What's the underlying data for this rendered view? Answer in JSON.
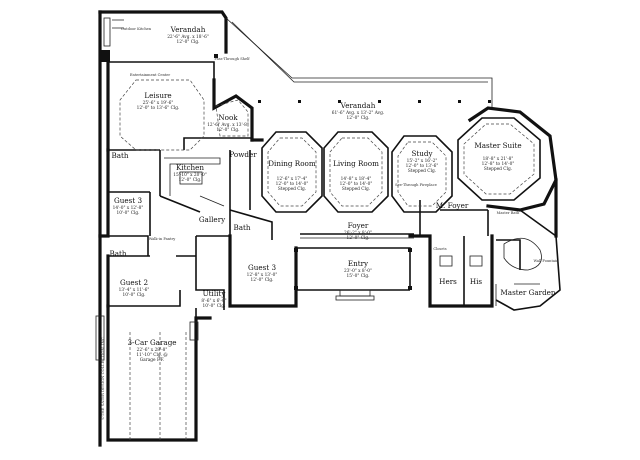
{
  "plan": {
    "rooms": [
      {
        "id": "verandah-top",
        "name": "Verandah",
        "dims": [
          "22'-6\" Avg. x 18'-6\"",
          "12'-0\" Clg."
        ]
      },
      {
        "id": "leisure",
        "name": "Leisure",
        "dims": [
          "25'-6\" x 19'-6\"",
          "12'-0\" to 13'-6\" Clg."
        ]
      },
      {
        "id": "nook",
        "name": "Nook",
        "dims": [
          "12'-6\" Avg. x 13'-8\"",
          "12'-0\" Clg."
        ]
      },
      {
        "id": "verandah-main",
        "name": "Verandah",
        "dims": [
          "61'-6\" Avg. x 13'-2\" Avg.",
          "12'-0\" Clg."
        ]
      },
      {
        "id": "master-suite",
        "name": "Master Suite",
        "dims": [
          "18'-8\" x 21'-8\"",
          "12'-8\" to 14'-0\"",
          "Stepped Clg."
        ]
      },
      {
        "id": "bath-1",
        "name": "Bath",
        "dims": []
      },
      {
        "id": "powder",
        "name": "Powder",
        "dims": []
      },
      {
        "id": "dining",
        "name": "Dining Room",
        "dims": [
          "12'-6\" x 17'-4\"",
          "12'-0\" to 14'-0\"",
          "Stepped Clg."
        ]
      },
      {
        "id": "living",
        "name": "Living Room",
        "dims": [
          "14'-8\" x 18'-4\"",
          "12'-0\" to 14'-0\"",
          "Stepped Clg."
        ]
      },
      {
        "id": "study",
        "name": "Study",
        "dims": [
          "15'-2\" x 16'-2\"",
          "12'-0\" to 13'-6\"",
          "Stepped Clg."
        ]
      },
      {
        "id": "kitchen",
        "name": "Kitchen",
        "dims": [
          "15'-10\" x 20'-0\"",
          "12'-0\" Clg."
        ]
      },
      {
        "id": "guest3-left",
        "name": "Guest 3",
        "dims": [
          "14'-0\" x 12'-8\"",
          "10'-0\" Clg."
        ]
      },
      {
        "id": "gallery",
        "name": "Gallery",
        "dims": []
      },
      {
        "id": "bath-2",
        "name": "Bath",
        "dims": []
      },
      {
        "id": "foyer",
        "name": "Foyer",
        "dims": [
          "26'-2\" x 8'-0\"",
          "12'-0\" Clg."
        ]
      },
      {
        "id": "m-foyer",
        "name": "M. Foyer",
        "dims": []
      },
      {
        "id": "bath-3",
        "name": "Bath",
        "dims": []
      },
      {
        "id": "guest3-right",
        "name": "Guest 3",
        "dims": [
          "12'-8\" x 13'-0\"",
          "12'-0\" Clg."
        ]
      },
      {
        "id": "entry",
        "name": "Entry",
        "dims": [
          "23'-0\" x 8'-0\"",
          "15'-0\" Clg."
        ]
      },
      {
        "id": "guest2",
        "name": "Guest 2",
        "dims": [
          "13'-4\" x 11'-6\"",
          "10'-0\" Clg."
        ]
      },
      {
        "id": "utility",
        "name": "Utility",
        "dims": [
          "8'-6\" x 6'-0\"",
          "10'-0\" Clg."
        ]
      },
      {
        "id": "hers",
        "name": "Hers",
        "dims": []
      },
      {
        "id": "his",
        "name": "His",
        "dims": []
      },
      {
        "id": "master-garden",
        "name": "Master Garden",
        "dims": []
      },
      {
        "id": "garage",
        "name": "3-Car Garage",
        "dims": [
          "22'-6\" x 28'-8\"",
          "11'-10\" Clg. @",
          "Garage F.F."
        ]
      }
    ],
    "notes": [
      {
        "id": "outdoor-kitchen",
        "text": "Outdoor Kitchen"
      },
      {
        "id": "entertainment-center",
        "text": "Entertainment Center"
      },
      {
        "id": "pass-thru-shelf",
        "text": "Pass-Through Shelf"
      },
      {
        "id": "see-through-fireplace",
        "text": "See-Through Fireplace"
      },
      {
        "id": "master-bath",
        "text": "Master Bath"
      },
      {
        "id": "wall-fountain",
        "text": "Wall Fountain"
      },
      {
        "id": "walk-in-pantry",
        "text": "Walk-in Pantry"
      },
      {
        "id": "closets-living",
        "text": "Closets"
      }
    ],
    "copyright": "©THE SATER DESIGN COLLECTION, INC."
  }
}
